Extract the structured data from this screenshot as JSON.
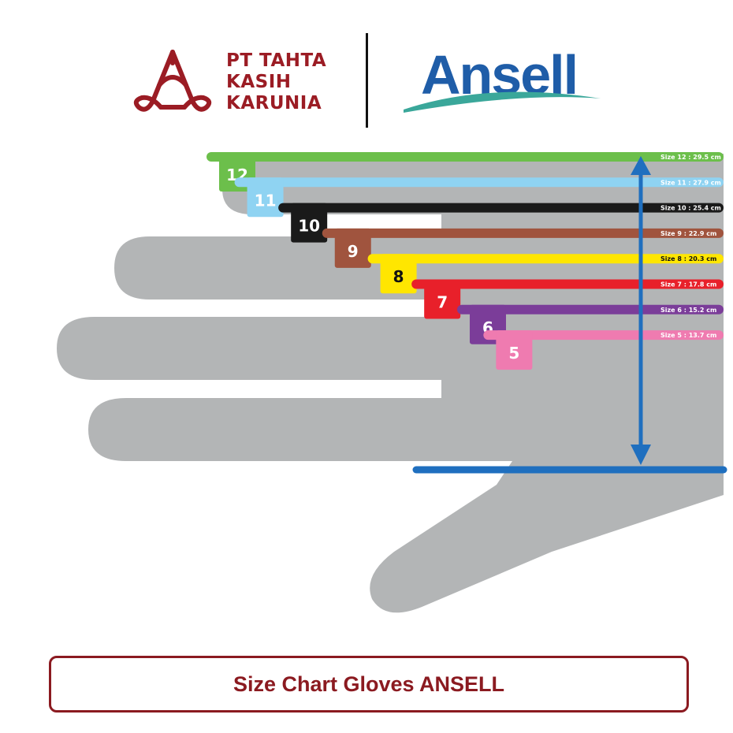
{
  "company": {
    "name_lines": [
      "PT TAHTA",
      "KASIH",
      "KARUNIA"
    ],
    "color": "#9b1c24"
  },
  "brand": {
    "name": "Ansell",
    "color": "#1f5da8",
    "swoosh_color": "#3aa79a"
  },
  "chart_data": {
    "type": "table",
    "title": "Size Chart Gloves ANSELL",
    "unit": "cm",
    "sizes": [
      {
        "size": "12",
        "label": "Size 12 : 29.5 cm",
        "length_cm": 29.5,
        "color": "#6cbf4b"
      },
      {
        "size": "11",
        "label": "Size 11 : 27.9 cm",
        "length_cm": 27.9,
        "color": "#8fd3f2"
      },
      {
        "size": "10",
        "label": "Size 10 : 25.4 cm",
        "length_cm": 25.4,
        "color": "#1a1a1a"
      },
      {
        "size": "9",
        "label": "Size 9 : 22.9 cm",
        "length_cm": 22.9,
        "color": "#a0543e"
      },
      {
        "size": "8",
        "label": "Size 8 : 20.3 cm",
        "length_cm": 20.3,
        "color": "#ffe600"
      },
      {
        "size": "7",
        "label": "Size 7 : 17.8 cm",
        "length_cm": 17.8,
        "color": "#e8202a"
      },
      {
        "size": "6",
        "label": "Size 6 : 15.2 cm",
        "length_cm": 15.2,
        "color": "#7b3d99"
      },
      {
        "size": "5",
        "label": "Size 5 : 13.7 cm",
        "length_cm": 13.7,
        "color": "#ef7bb0"
      }
    ],
    "measure_color": "#1f6fbf"
  },
  "caption": {
    "text": "Size Chart Gloves ANSELL"
  }
}
